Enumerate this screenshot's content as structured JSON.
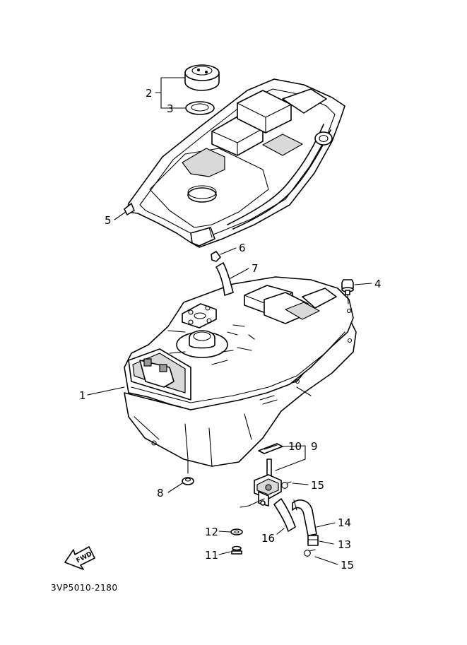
{
  "diagram_code": "3VP5010-2180",
  "fwd_label": "FWD",
  "callouts": {
    "c1": "1",
    "c2": "2",
    "c3": "3",
    "c4": "4",
    "c5": "5",
    "c6": "6",
    "c7": "7",
    "c8": "8",
    "c9": "9",
    "c10": "10",
    "c11": "11",
    "c12": "12",
    "c13": "13",
    "c14": "14",
    "c15a": "15",
    "c15b": "15",
    "c16": "16"
  }
}
